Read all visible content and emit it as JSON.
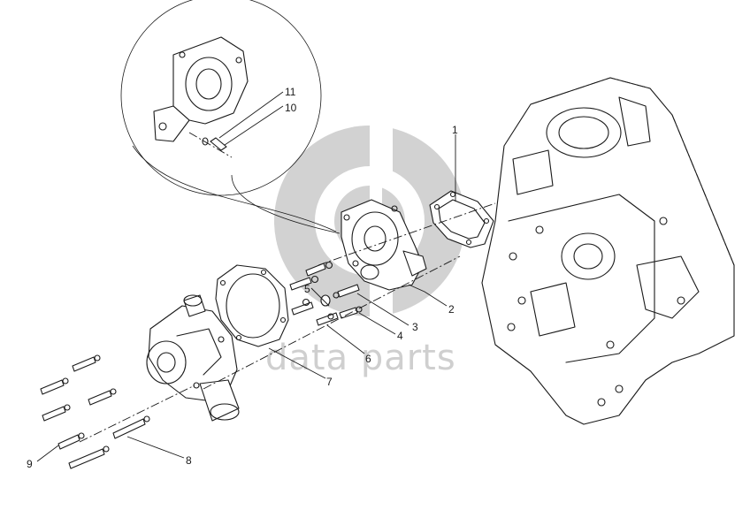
{
  "watermark": {
    "text": "data parts",
    "color": "#d0d0d0"
  },
  "callouts": [
    {
      "id": "1",
      "label": "1"
    },
    {
      "id": "2",
      "label": "2"
    },
    {
      "id": "3",
      "label": "3"
    },
    {
      "id": "4",
      "label": "4"
    },
    {
      "id": "5",
      "label": "5"
    },
    {
      "id": "6",
      "label": "6"
    },
    {
      "id": "7",
      "label": "7"
    },
    {
      "id": "8",
      "label": "8"
    },
    {
      "id": "9",
      "label": "9"
    },
    {
      "id": "10",
      "label": "10"
    },
    {
      "id": "11",
      "label": "11"
    }
  ]
}
